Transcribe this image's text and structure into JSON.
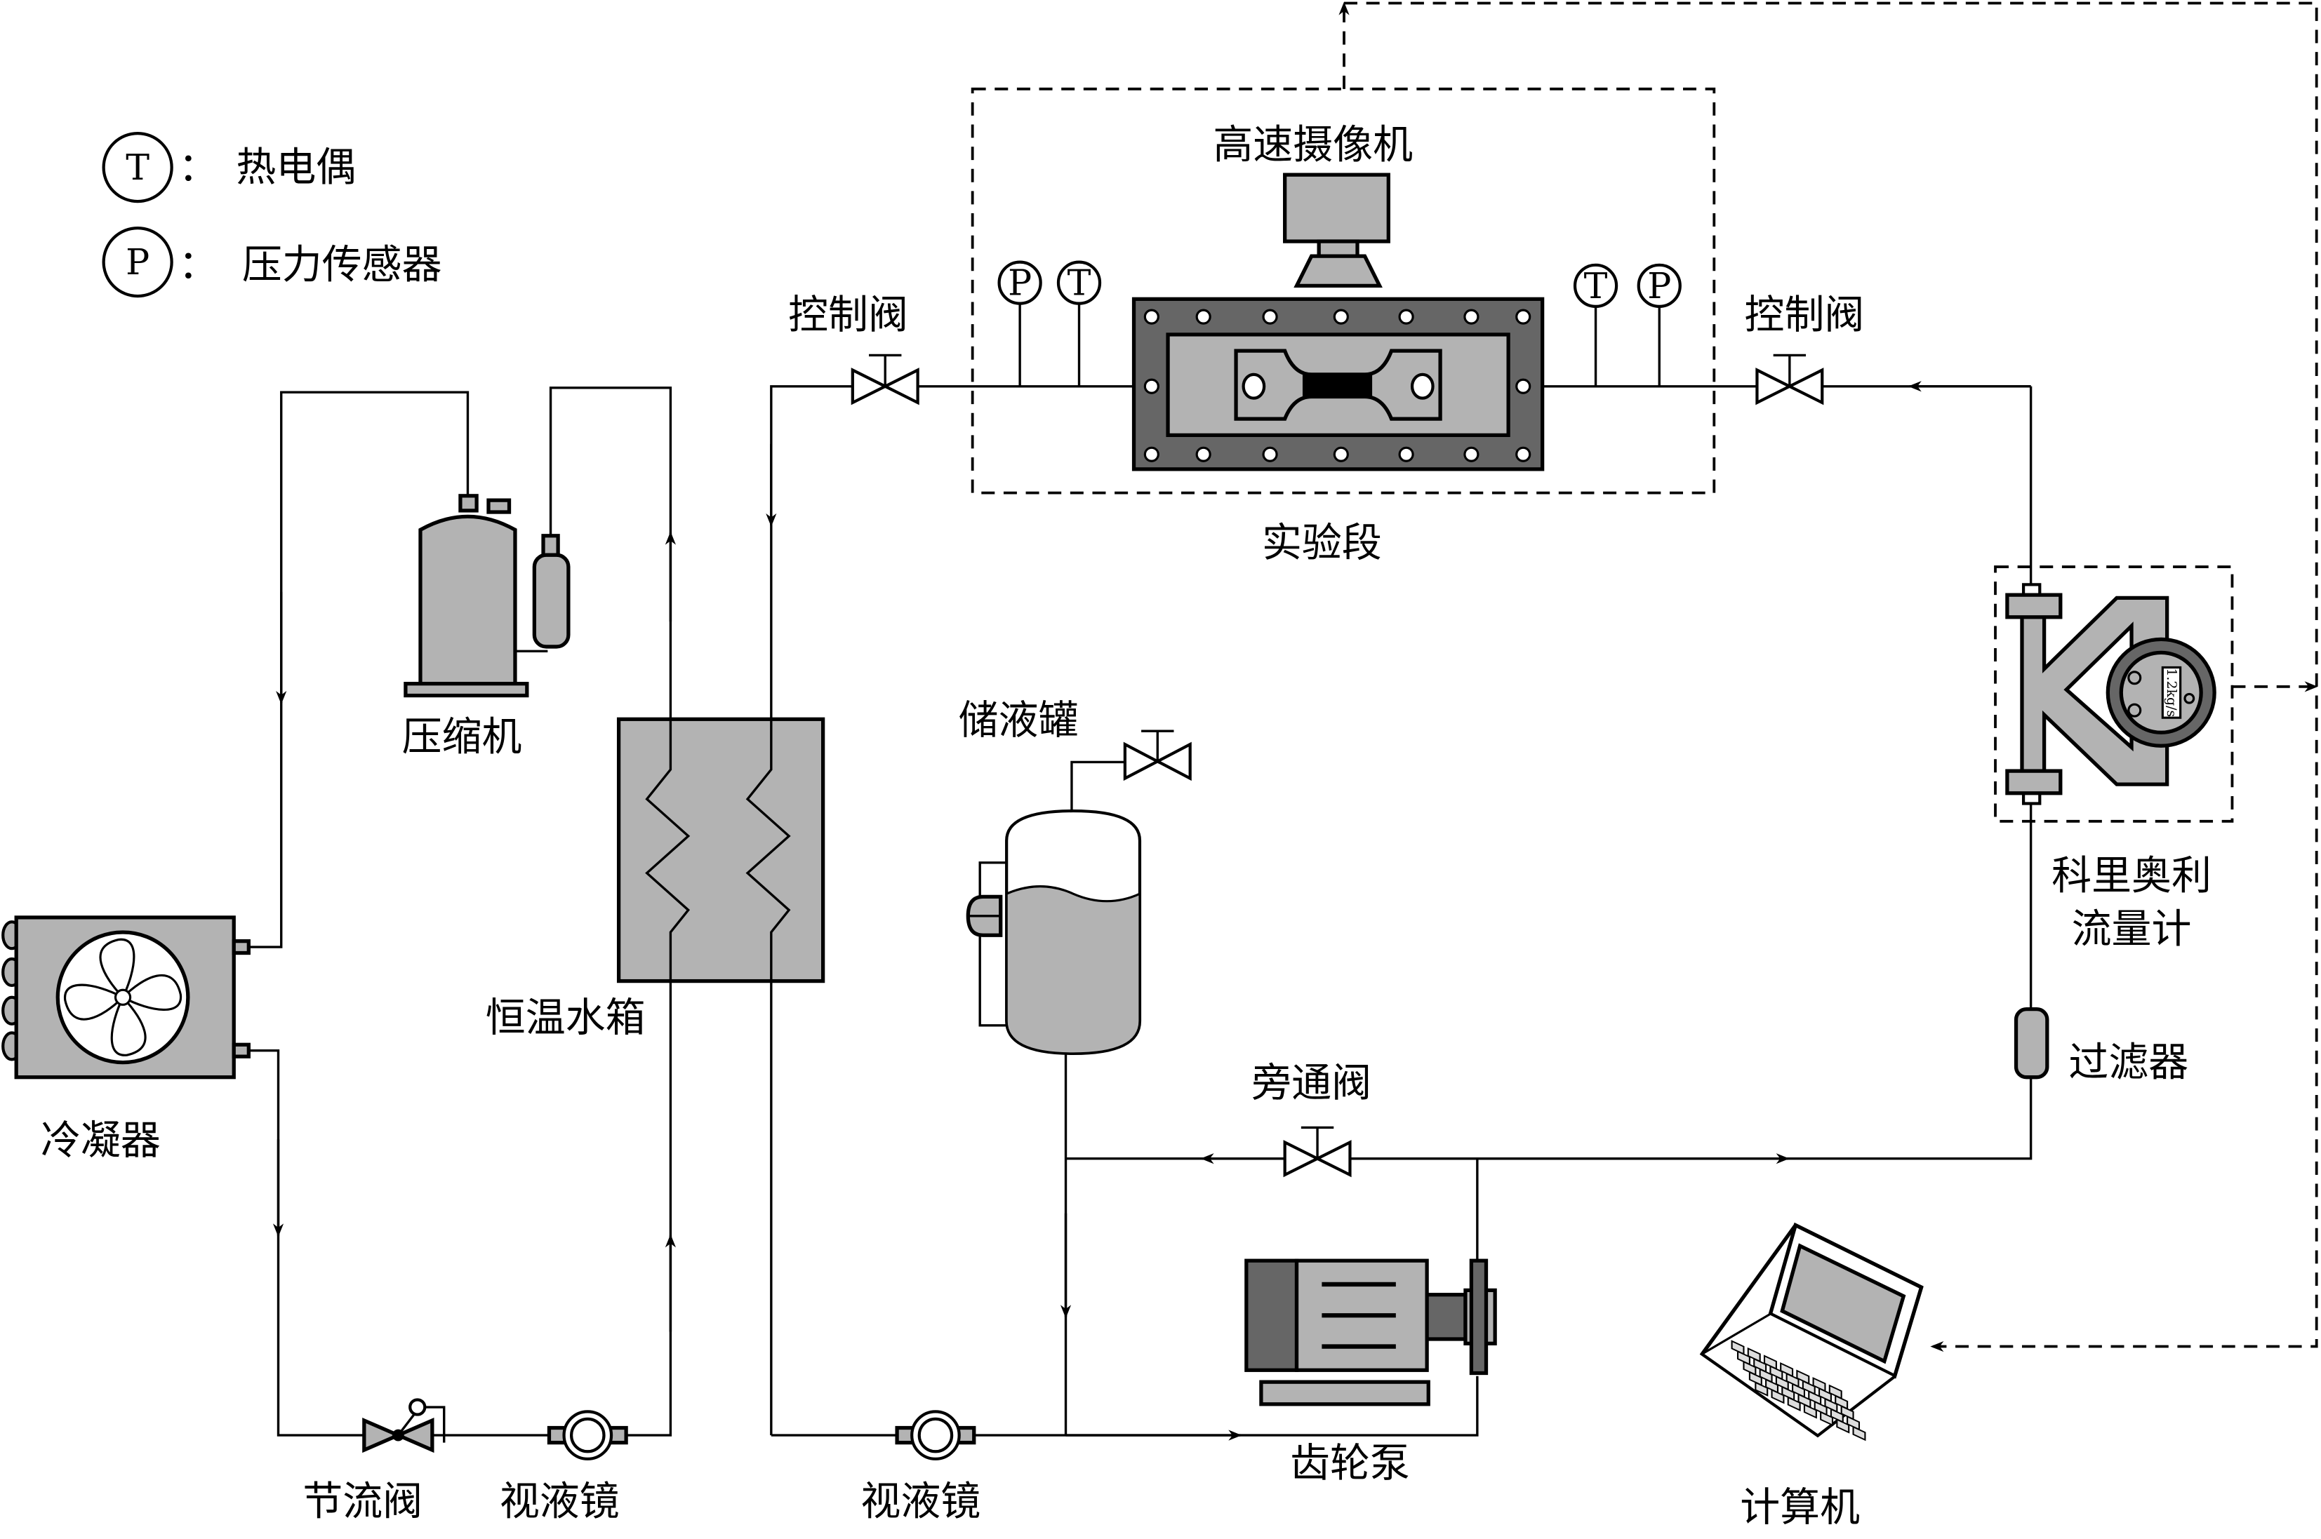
{
  "legend": {
    "thermocouple": {
      "symbol": "T",
      "sep": "：",
      "label": "热电偶"
    },
    "pressure_sensor": {
      "symbol": "P",
      "sep": "：",
      "label": "压力传感器"
    }
  },
  "components": {
    "camera": "高速摄像机",
    "test_section": "实验段",
    "control_valve_left": "控制阀",
    "control_valve_right": "控制阀",
    "flowmeter_line1": "科里奥利",
    "flowmeter_line2": "流量计",
    "flowmeter_display": "1.2kg/s",
    "filter": "过滤器",
    "bypass_valve": "旁通阀",
    "reservoir": "储液罐",
    "compressor": "压缩机",
    "water_tank": "恒温水箱",
    "condenser": "冷凝器",
    "throttle_valve": "节流阀",
    "sight_glass_left": "视液镜",
    "sight_glass_right": "视液镜",
    "gear_pump": "齿轮泵",
    "computer": "计算机"
  },
  "sensor_symbols": {
    "p": "P",
    "t": "T"
  },
  "colors": {
    "light_gray": "#b3b3b3",
    "dark_gray": "#666666",
    "line": "#000000"
  }
}
